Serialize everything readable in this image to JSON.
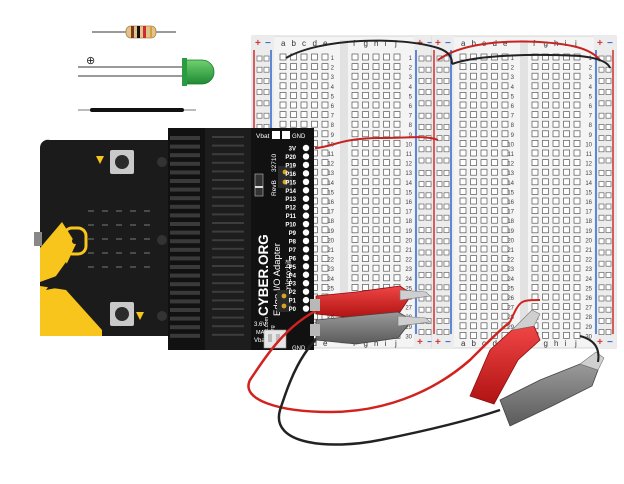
{
  "components": {
    "resistor_name": "resistor",
    "led_name": "led",
    "led_plus": "⊕",
    "wire_name": "jumper-wire"
  },
  "adapter": {
    "brand": "CYBER.ORG",
    "title": "Edge I/O Adapter",
    "subtitle": "for micro:bit",
    "part_no": "32710",
    "rev": "RevB",
    "maker": "parallax.com",
    "maker2": "cyber.org",
    "vbat_top": "Vbat",
    "gnd_top": "GND",
    "v36": "3.6V",
    "max": "MAX",
    "vbat_bottom": "Vbat",
    "gnd_bottom": "GND",
    "pins": [
      "3V",
      "P20",
      "P19",
      "P16",
      "P15",
      "P14",
      "P13",
      "P12",
      "P11",
      "P10",
      "P9",
      "P8",
      "P7",
      "P6",
      "P5",
      "P4",
      "P3",
      "P2",
      "P1",
      "P0"
    ]
  },
  "breadboard": {
    "columns_left": [
      "a",
      "b",
      "c",
      "d",
      "e"
    ],
    "columns_right": [
      "f",
      "g",
      "h",
      "i",
      "j"
    ],
    "row_count": 30,
    "rail_plus": "+",
    "rail_minus": "−"
  },
  "colors": {
    "red_wire": "#d0231f",
    "black_wire": "#222222",
    "led_green": "#2ea64a",
    "adapter_board": "#111111",
    "microbit_board": "#1b1b1b",
    "microbit_yellow": "#f7c51c",
    "clip_red": "#d81e1e",
    "clip_gray": "#7d7d7d"
  }
}
